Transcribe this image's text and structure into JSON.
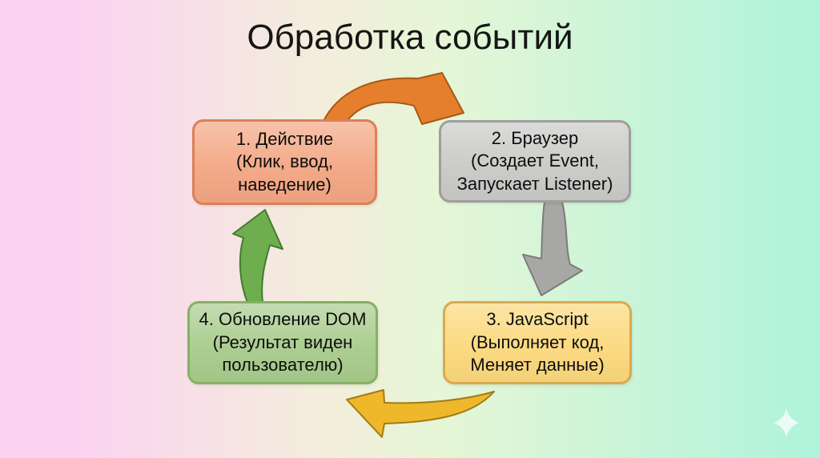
{
  "slide": {
    "title": "Обработка событий",
    "background": {
      "left": "#FBD2F2",
      "center_left": "#F3EEDB",
      "center_right": "#E5F6D6",
      "right": "#AEF3DB"
    },
    "sparkle_color": "rgba(255,255,255,0.72)"
  },
  "diagram": {
    "nodes": [
      {
        "id": "step-1-action",
        "label": "1. Действие\n(Клик, ввод,\nнаведение)",
        "fill": "#F3A683",
        "border": "#DC8058"
      },
      {
        "id": "step-2-browser",
        "label": "2. Браузер\n(Создает Event,\nЗапускает Listener)",
        "fill": "#C9C9C7",
        "border": "#9E9E9C"
      },
      {
        "id": "step-3-javascript",
        "label": "3. JavaScript\n(Выполняет код,\nМеняет данные)",
        "fill": "#FBD87C",
        "border": "#DBA94E"
      },
      {
        "id": "step-4-dom-update",
        "label": "4. Обновление DOM\n(Результат виден\nпользователю)",
        "fill": "#A8CB8C",
        "border": "#85B164"
      }
    ],
    "arrows": [
      {
        "id": "arrow-1-to-2",
        "from": "step-1-action",
        "to": "step-2-browser",
        "fill": "#E57E2D",
        "stroke": "#A55A17"
      },
      {
        "id": "arrow-2-to-3",
        "from": "step-2-browser",
        "to": "step-3-javascript",
        "fill": "#A7A7A5",
        "stroke": "#7C7C7A"
      },
      {
        "id": "arrow-3-to-4",
        "from": "step-3-javascript",
        "to": "step-4-dom-update",
        "fill": "#EFB72A",
        "stroke": "#A07C14"
      },
      {
        "id": "arrow-4-to-1",
        "from": "step-4-dom-update",
        "to": "step-1-action",
        "fill": "#6FAE4E",
        "stroke": "#417C2F"
      }
    ]
  }
}
